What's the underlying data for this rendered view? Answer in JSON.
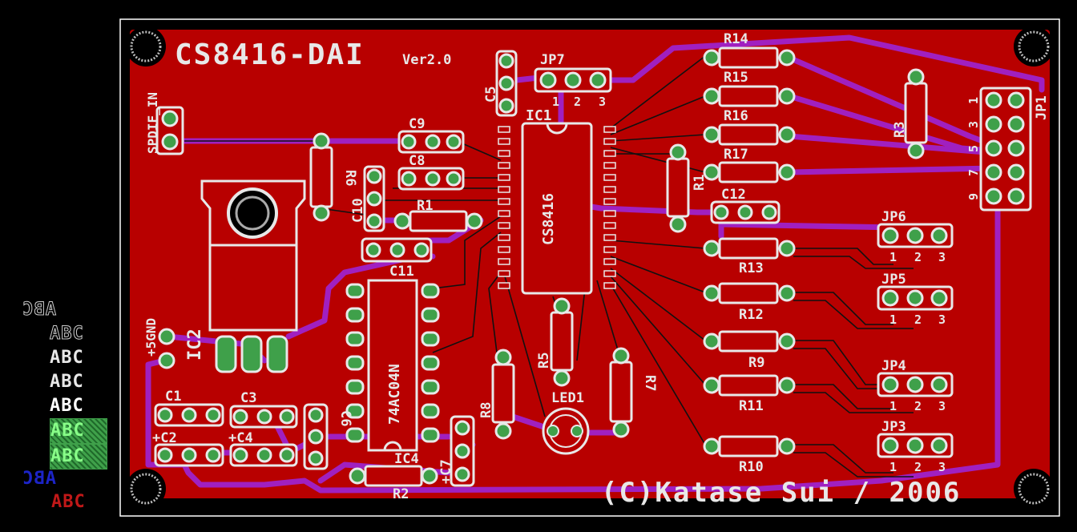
{
  "board": {
    "title": "CS8416-DAI",
    "version": "Ver2.0",
    "copyright": "(C)Katase Sui / 2006",
    "colors": {
      "background": "#000000",
      "board": "#b80000",
      "outline": "#ffffff",
      "silk": "#e8e8e8",
      "trace": "#a020c0",
      "pad": "#3fa04a"
    }
  },
  "labels": {
    "spdif_in": "SPDIF_IN",
    "ic1": "IC1",
    "cs8416": "CS8416",
    "ic2": "IC2",
    "ic4": "IC4",
    "chip_74ac04": "74AC04N",
    "plus5v": "+5GND",
    "jp7": "JP7",
    "jp1": "JP1",
    "jp3": "JP3",
    "jp4": "JP4",
    "jp5": "JP5",
    "jp6": "JP6",
    "led1": "LED1",
    "r1": "R1",
    "r2": "R2",
    "r3": "R3",
    "r5": "R5",
    "r6": "R6",
    "r7": "R7",
    "r8": "R8",
    "r9": "R9",
    "r10": "R10",
    "r11": "R11",
    "r12": "R12",
    "r13": "R13",
    "r14": "R14",
    "r15": "R15",
    "r16": "R16",
    "r17": "R17",
    "c1": "C1",
    "c2": "+C2",
    "c3": "C3",
    "c4": "+C4",
    "c5": "C5",
    "c6": "C6",
    "c7": "+C7",
    "c8": "C8",
    "c9": "C9",
    "c10": "C10",
    "c11": "C11",
    "c12": "C12",
    "pin1": "1",
    "pin2": "2",
    "pin3": "3",
    "pin5": "5",
    "pin7": "7",
    "pin9": "9"
  },
  "legend": {
    "top_mirrored": "ABC",
    "items": [
      "ABC",
      "ABC",
      "ABC",
      "ABC",
      "ABC",
      "ABC"
    ],
    "bottom_mirrored": "ABC",
    "bottom_red": "ABC"
  }
}
